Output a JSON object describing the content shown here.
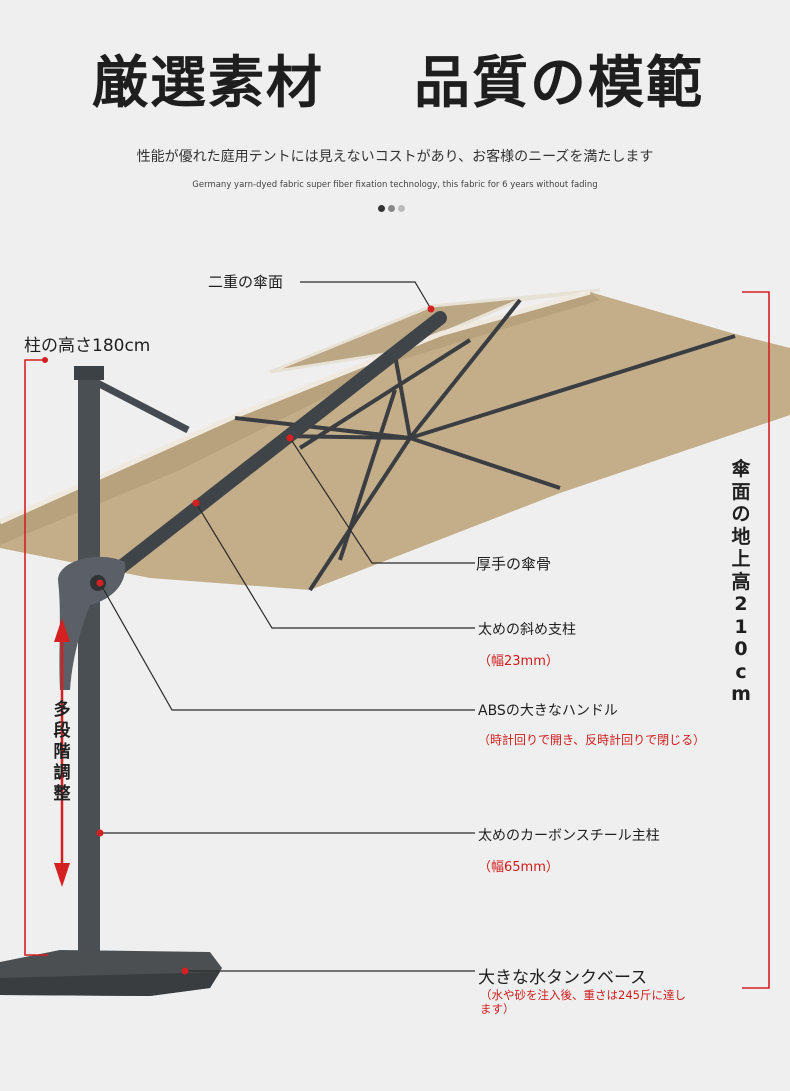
{
  "header": {
    "title_left": "厳選素材",
    "title_right": "品質の模範",
    "subtitle_jp": "性能が優れた庭用テントには見えないコストがあり、お客様のニーズを満たします",
    "subtitle_en": "Germany yarn-dyed fabric super fiber fixation technology, this fabric for 6 years without fading",
    "dot_colors": [
      "#333333",
      "#888888",
      "#bbbbbb"
    ]
  },
  "labels": {
    "double_canopy": "二重の傘面",
    "pole_height": "柱の高さ180cm",
    "thick_ribs": "厚手の傘骨",
    "diagonal_strut": "太めの斜め支柱",
    "diagonal_strut_note": "（幅23mm）",
    "abs_handle": "ABSの大きなハンドル",
    "abs_handle_note": "（時計回りで開き、反時計回りで閉じる）",
    "main_pole": "太めのカーボンスチール主柱",
    "main_pole_note": "（幅65mm）",
    "tank_base": "大きな水タンクベース",
    "tank_base_note": "（水や砂を注入後、重さは245斤に達します）"
  },
  "vertical": {
    "canopy_height": [
      "傘",
      "面",
      "の",
      "地",
      "上",
      "高",
      "2",
      "1",
      "0",
      "c",
      "m"
    ],
    "multi_adjust": [
      "多",
      "段",
      "階",
      "調",
      "整"
    ]
  },
  "colors": {
    "canopy": "#c4ae8a",
    "canopy_shade": "#b39c77",
    "frame": "#3f4448",
    "accent_red": "#d42020"
  }
}
